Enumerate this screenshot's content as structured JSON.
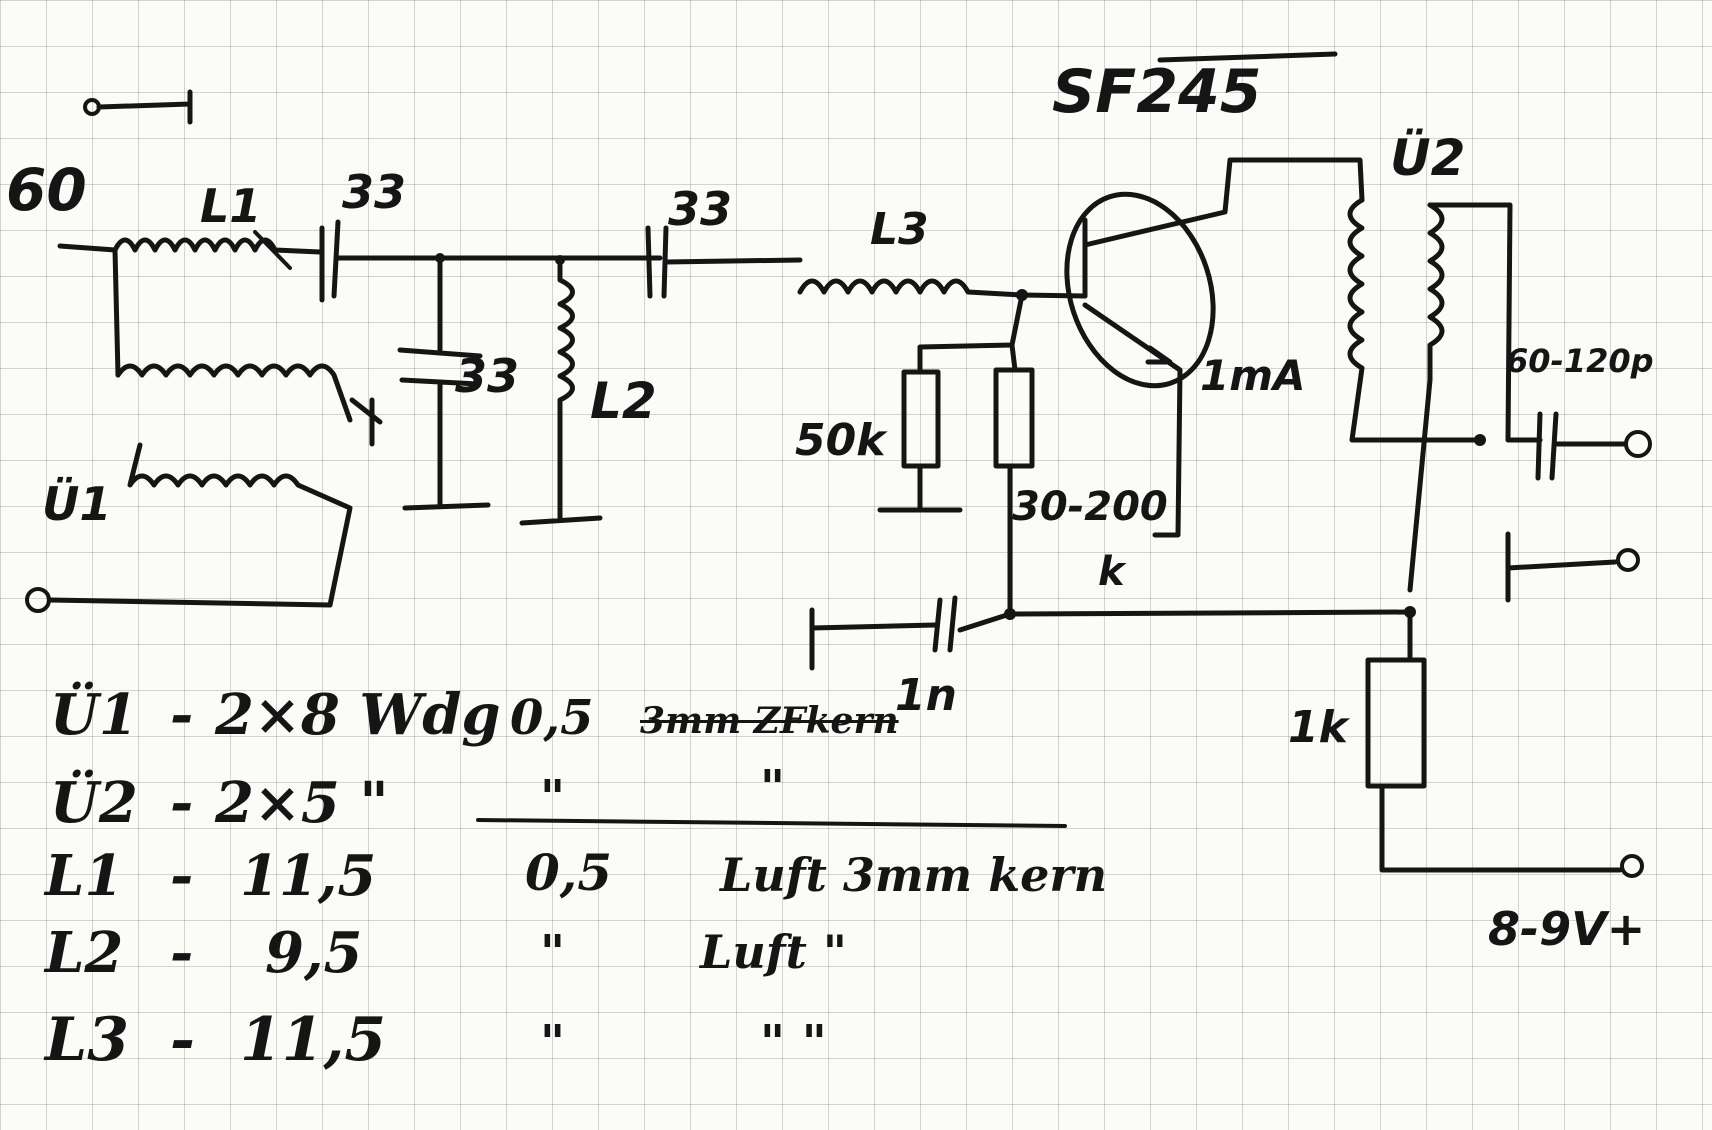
{
  "schematic": {
    "transistor": "SF245",
    "input_impedance": "60",
    "c1": "33",
    "c2": "33",
    "c_shunt": "33",
    "l1": "L1",
    "l2": "L2",
    "l3": "L3",
    "ue1": "Ü1",
    "ue2": "Ü2",
    "r_bias1": "50k",
    "r_bias2": "30-200",
    "r_bias2_unit": "k",
    "collector_current": "1mA",
    "c_output": "60-120p",
    "c_decouple": "1n",
    "r_supply": "1k",
    "supply_voltage": "8-9V+"
  },
  "notes": [
    {
      "ref": "Ü1",
      "dash": "-",
      "turns": "2×8 Wdg",
      "wire": "0,5",
      "coil": "3mm ZFkern"
    },
    {
      "ref": "Ü2",
      "dash": "-",
      "turns": "2×5 \"",
      "wire": "\"",
      "coil": "\""
    },
    {
      "ref": "L1",
      "dash": "-",
      "turns": "11,5",
      "wire": "0,5",
      "coil": "Luft 3mm kern"
    },
    {
      "ref": "L2",
      "dash": "-",
      "turns": "9,5",
      "wire": "\"",
      "coil": "Luft \""
    },
    {
      "ref": "L3",
      "dash": "-",
      "turns": "11,5",
      "wire": "\"",
      "coil": "\" \""
    }
  ]
}
